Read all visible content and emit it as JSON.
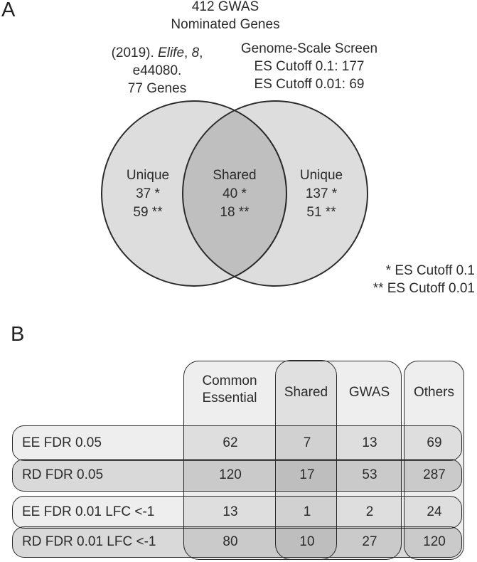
{
  "panel_a": {
    "label": "A",
    "title": {
      "line1": "412 GWAS",
      "line2": "Nominated Genes"
    },
    "citation": {
      "pre": "(2019). ",
      "journal": "Elife",
      "sep": ", ",
      "volume": "8",
      "post": ",",
      "line2": "e44080.",
      "line3": "77 Genes"
    },
    "screen": {
      "line1": "Genome-Scale Screen",
      "line2": "ES Cutoff 0.1: 177",
      "line3": "ES Cutoff 0.01: 69"
    },
    "venn": {
      "left_unique": {
        "title": "Unique",
        "star": "37 *",
        "double_star": "59 **"
      },
      "shared": {
        "title": "Shared",
        "star": "40 *",
        "double_star": "18 **"
      },
      "right_unique": {
        "title": "Unique",
        "star": "137 *",
        "double_star": "51 **"
      }
    },
    "footnote": {
      "line1": "* ES Cutoff 0.1",
      "line2": "** ES Cutoff 0.01"
    }
  },
  "panel_b": {
    "label": "B",
    "columns": [
      "Common Essential",
      "Shared",
      "GWAS",
      "Others"
    ],
    "rows": [
      {
        "label": "EE FDR 0.05",
        "values": [
          "62",
          "7",
          "13",
          "69"
        ]
      },
      {
        "label": "RD FDR 0.05",
        "values": [
          "120",
          "17",
          "53",
          "287"
        ]
      },
      {
        "label": "EE FDR 0.01 LFC <-1",
        "values": [
          "13",
          "1",
          "2",
          "24"
        ]
      },
      {
        "label": "RD FDR 0.01 LFC <-1",
        "values": [
          "80",
          "10",
          "27",
          "120"
        ]
      }
    ]
  },
  "colors": {
    "circle_fill": "rgba(0,0,0,0.135)",
    "row_light": "rgba(0,0,0,0.065)",
    "row_dark": "rgba(0,0,0,0.15)",
    "stroke": "#2b2b2b"
  },
  "chart_data": [
    {
      "type": "venn",
      "title": "412 GWAS Nominated Genes",
      "sets": [
        {
          "name": "(2019). Elife, 8, e44080.",
          "total_genes": 77,
          "unique": {
            "es_cutoff_0_1": 37,
            "es_cutoff_0_01": 59
          }
        },
        {
          "name": "Genome-Scale Screen",
          "totals": {
            "es_cutoff_0_1": 177,
            "es_cutoff_0_01": 69
          },
          "unique": {
            "es_cutoff_0_1": 137,
            "es_cutoff_0_01": 51
          }
        }
      ],
      "shared": {
        "es_cutoff_0_1": 40,
        "es_cutoff_0_01": 18
      },
      "footnotes": [
        "* ES Cutoff 0.1",
        "** ES Cutoff 0.01"
      ]
    },
    {
      "type": "table",
      "columns": [
        "Common Essential",
        "Shared",
        "GWAS",
        "Others"
      ],
      "rows": [
        "EE FDR 0.05",
        "RD FDR 0.05",
        "EE FDR 0.01 LFC <-1",
        "RD FDR 0.01 LFC <-1"
      ],
      "values": [
        [
          62,
          7,
          13,
          69
        ],
        [
          120,
          17,
          53,
          287
        ],
        [
          13,
          1,
          2,
          24
        ],
        [
          80,
          10,
          27,
          120
        ]
      ]
    }
  ]
}
